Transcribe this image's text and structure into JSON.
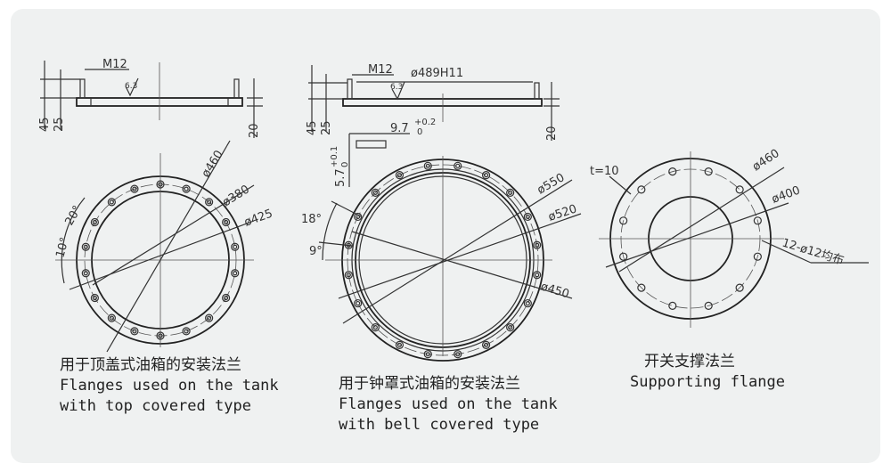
{
  "left": {
    "dims": {
      "m12": "M12",
      "ra": "6.3",
      "h45": "45",
      "h25": "25",
      "h20": "20",
      "d460": "ø460",
      "d380": "ø380",
      "d425": "ø425",
      "a10": "10°",
      "a20": "20°"
    },
    "holes": 18,
    "caption_cn": "用于顶盖式油箱的安装法兰",
    "caption_en1": "Flanges used on the tank",
    "caption_en2": "with top covered type"
  },
  "middle": {
    "dims": {
      "m12": "M12",
      "d489": "ø489H11",
      "ra": "6.3",
      "h45": "45",
      "h25": "25",
      "h20": "20",
      "w97": "9.7",
      "tol1": "+0.2",
      "tol0": "0",
      "h57": "5.7",
      "tol2": "+0.1",
      "tol3": "0",
      "a18": "18°",
      "a9": "9°",
      "d550": "ø550",
      "d520": "ø520",
      "d450": "ø450"
    },
    "holes": 20,
    "caption_cn": "用于钟罩式油箱的安装法兰",
    "caption_en1": "Flanges used on the tank",
    "caption_en2": "with bell covered type"
  },
  "right": {
    "dims": {
      "t": "t=10",
      "d460": "ø460",
      "d400": "ø400",
      "holes": "12-ø12均布"
    },
    "holes": 12,
    "caption_cn": "开关支撑法兰",
    "caption_en": "Supporting flange"
  }
}
